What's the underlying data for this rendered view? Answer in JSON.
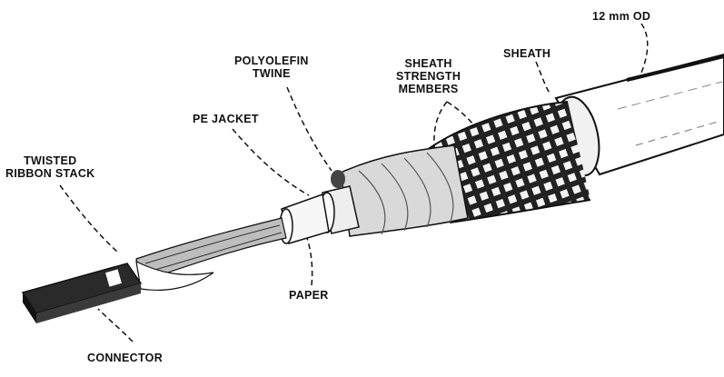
{
  "diagram": {
    "labels": {
      "od": "12 mm OD",
      "sheath": "SHEATH",
      "strength_line1": "SHEATH",
      "strength_line2": "STRENGTH",
      "strength_line3": "MEMBERS",
      "twine_line1": "POLYOLEFIN",
      "twine_line2": "TWINE",
      "pe_jacket": "PE JACKET",
      "ribbon_line1": "TWISTED",
      "ribbon_line2": "RIBBON STACK",
      "paper": "PAPER",
      "connector": "CONNECTOR"
    }
  }
}
